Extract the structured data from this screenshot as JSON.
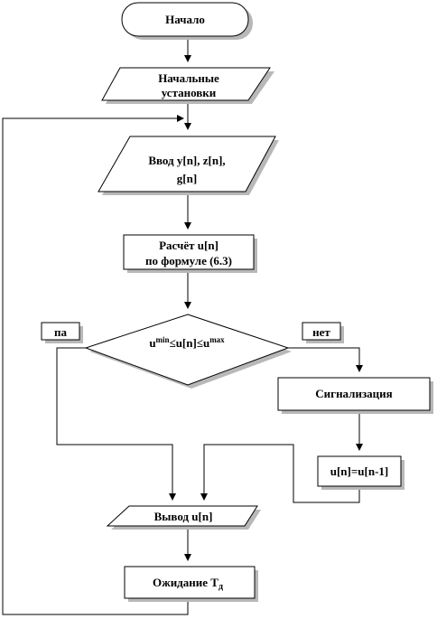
{
  "flowchart": {
    "start": "Начало",
    "init_line1": "Начальные",
    "init_line2": "установки",
    "input_line1": "Ввод y[n],  z[n],",
    "input_line2": "g[n]",
    "calc_line1": "Расчёт u[n]",
    "calc_line2": "по формуле  (6.3)",
    "condition_u": "u",
    "condition_min": "min",
    "condition_mid": "≤u[n]≤u",
    "condition_max": "max",
    "branch_yes": "па",
    "branch_no": "нет",
    "alarm": "Сигнализация",
    "assign": "u[n]=u[n-1]",
    "output": "Вывод u[n]",
    "wait": "Ожидание T",
    "wait_sub": "д"
  }
}
